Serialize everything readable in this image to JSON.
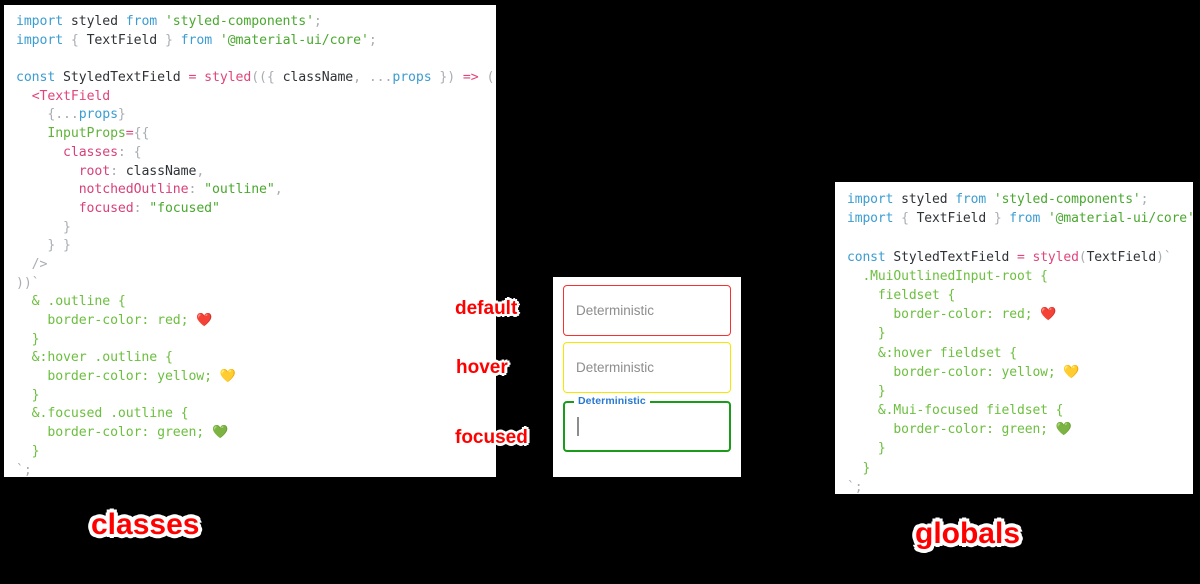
{
  "panels": {
    "classes": {
      "caption": "classes",
      "lines": [
        [
          {
            "t": "kw",
            "s": "import"
          },
          {
            "t": "plain",
            "s": " styled "
          },
          {
            "t": "kw",
            "s": "from"
          },
          {
            "t": "str",
            "s": " 'styled-components'"
          },
          {
            "t": "punc",
            "s": ";"
          }
        ],
        [
          {
            "t": "kw",
            "s": "import"
          },
          {
            "t": "punc",
            "s": " { "
          },
          {
            "t": "plain",
            "s": "TextField"
          },
          {
            "t": "punc",
            "s": " } "
          },
          {
            "t": "kw",
            "s": "from"
          },
          {
            "t": "str",
            "s": " '@material-ui/core'"
          },
          {
            "t": "punc",
            "s": ";"
          }
        ],
        [
          {
            "t": "plain",
            "s": ""
          }
        ],
        [
          {
            "t": "kw",
            "s": "const"
          },
          {
            "t": "plain",
            "s": " StyledTextField "
          },
          {
            "t": "op",
            "s": "="
          },
          {
            "t": "fn",
            "s": " styled"
          },
          {
            "t": "punc",
            "s": "(({ "
          },
          {
            "t": "plain",
            "s": "className"
          },
          {
            "t": "punc",
            "s": ", "
          },
          {
            "t": "punc",
            "s": "..."
          },
          {
            "t": "prop",
            "s": "props"
          },
          {
            "t": "punc",
            "s": " }) "
          },
          {
            "t": "op",
            "s": "=>"
          },
          {
            "t": "punc",
            "s": " ("
          }
        ],
        [
          {
            "t": "plain",
            "s": "  "
          },
          {
            "t": "tag",
            "s": "<TextField"
          }
        ],
        [
          {
            "t": "punc",
            "s": "    {..."
          },
          {
            "t": "prop",
            "s": "props"
          },
          {
            "t": "punc",
            "s": "}"
          }
        ],
        [
          {
            "t": "attr",
            "s": "    InputProps"
          },
          {
            "t": "op",
            "s": "="
          },
          {
            "t": "punc",
            "s": "{{"
          }
        ],
        [
          {
            "t": "key",
            "s": "      classes"
          },
          {
            "t": "punc",
            "s": ": {"
          }
        ],
        [
          {
            "t": "key",
            "s": "        root"
          },
          {
            "t": "punc",
            "s": ": "
          },
          {
            "t": "plain",
            "s": "className"
          },
          {
            "t": "punc",
            "s": ","
          }
        ],
        [
          {
            "t": "key",
            "s": "        notchedOutline"
          },
          {
            "t": "punc",
            "s": ": "
          },
          {
            "t": "str",
            "s": "\"outline\""
          },
          {
            "t": "punc",
            "s": ","
          }
        ],
        [
          {
            "t": "key",
            "s": "        focused"
          },
          {
            "t": "punc",
            "s": ": "
          },
          {
            "t": "str",
            "s": "\"focused\""
          }
        ],
        [
          {
            "t": "punc",
            "s": "      }"
          }
        ],
        [
          {
            "t": "punc",
            "s": "    } }"
          }
        ],
        [
          {
            "t": "punc",
            "s": "  />"
          }
        ],
        [
          {
            "t": "punc",
            "s": "))`"
          }
        ],
        [
          {
            "t": "css",
            "s": "  & .outline {"
          }
        ],
        [
          {
            "t": "css",
            "s": "    border-color: red; "
          },
          {
            "t": "emoji",
            "s": "❤️"
          }
        ],
        [
          {
            "t": "css",
            "s": "  }"
          }
        ],
        [
          {
            "t": "css",
            "s": "  &:hover .outline {"
          }
        ],
        [
          {
            "t": "css",
            "s": "    border-color: yellow; "
          },
          {
            "t": "emoji",
            "s": "💛"
          }
        ],
        [
          {
            "t": "css",
            "s": "  }"
          }
        ],
        [
          {
            "t": "css",
            "s": "  &.focused .outline {"
          }
        ],
        [
          {
            "t": "css",
            "s": "    border-color: green; "
          },
          {
            "t": "emoji",
            "s": "💚"
          }
        ],
        [
          {
            "t": "css",
            "s": "  }"
          }
        ],
        [
          {
            "t": "punc",
            "s": "`;"
          }
        ]
      ]
    },
    "globals": {
      "caption": "globals",
      "lines": [
        [
          {
            "t": "kw",
            "s": "import"
          },
          {
            "t": "plain",
            "s": " styled "
          },
          {
            "t": "kw",
            "s": "from"
          },
          {
            "t": "str",
            "s": " 'styled-components'"
          },
          {
            "t": "punc",
            "s": ";"
          }
        ],
        [
          {
            "t": "kw",
            "s": "import"
          },
          {
            "t": "punc",
            "s": " { "
          },
          {
            "t": "plain",
            "s": "TextField"
          },
          {
            "t": "punc",
            "s": " } "
          },
          {
            "t": "kw",
            "s": "from"
          },
          {
            "t": "str",
            "s": " '@material-ui/core'"
          },
          {
            "t": "punc",
            "s": ";"
          }
        ],
        [
          {
            "t": "plain",
            "s": ""
          }
        ],
        [
          {
            "t": "kw",
            "s": "const"
          },
          {
            "t": "plain",
            "s": " StyledTextField "
          },
          {
            "t": "op",
            "s": "="
          },
          {
            "t": "fn",
            "s": " styled"
          },
          {
            "t": "punc",
            "s": "("
          },
          {
            "t": "plain",
            "s": "TextField"
          },
          {
            "t": "punc",
            "s": ")`"
          }
        ],
        [
          {
            "t": "css",
            "s": "  .MuiOutlinedInput-root {"
          }
        ],
        [
          {
            "t": "css",
            "s": "    fieldset {"
          }
        ],
        [
          {
            "t": "css",
            "s": "      border-color: red; "
          },
          {
            "t": "emoji",
            "s": "❤️"
          }
        ],
        [
          {
            "t": "css",
            "s": "    }"
          }
        ],
        [
          {
            "t": "css",
            "s": "    &:hover fieldset {"
          }
        ],
        [
          {
            "t": "css",
            "s": "      border-color: yellow; "
          },
          {
            "t": "emoji",
            "s": "💛"
          }
        ],
        [
          {
            "t": "css",
            "s": "    }"
          }
        ],
        [
          {
            "t": "css",
            "s": "    &.Mui-focused fieldset {"
          }
        ],
        [
          {
            "t": "css",
            "s": "      border-color: green; "
          },
          {
            "t": "emoji",
            "s": "💚"
          }
        ],
        [
          {
            "t": "css",
            "s": "    }"
          }
        ],
        [
          {
            "t": "css",
            "s": "  }"
          }
        ],
        [
          {
            "t": "punc",
            "s": "`;"
          }
        ]
      ]
    }
  },
  "demo": {
    "state_labels": {
      "default": "default",
      "hover": "hover",
      "focused": "focused"
    },
    "fields": {
      "default": {
        "placeholder": "Deterministic",
        "border_color": "#f8312f",
        "value": ""
      },
      "hover": {
        "placeholder": "Deterministic",
        "border_color": "#f6e600",
        "value": ""
      },
      "focused": {
        "label": "Deterministic",
        "label_color": "#2878d0",
        "border_color": "#1a9c1a",
        "value": ""
      }
    }
  },
  "colors": {
    "background": "#000000",
    "panel": "#ffffff",
    "accent_red": "#ff0000",
    "red": "red",
    "yellow": "yellow",
    "green": "green"
  }
}
